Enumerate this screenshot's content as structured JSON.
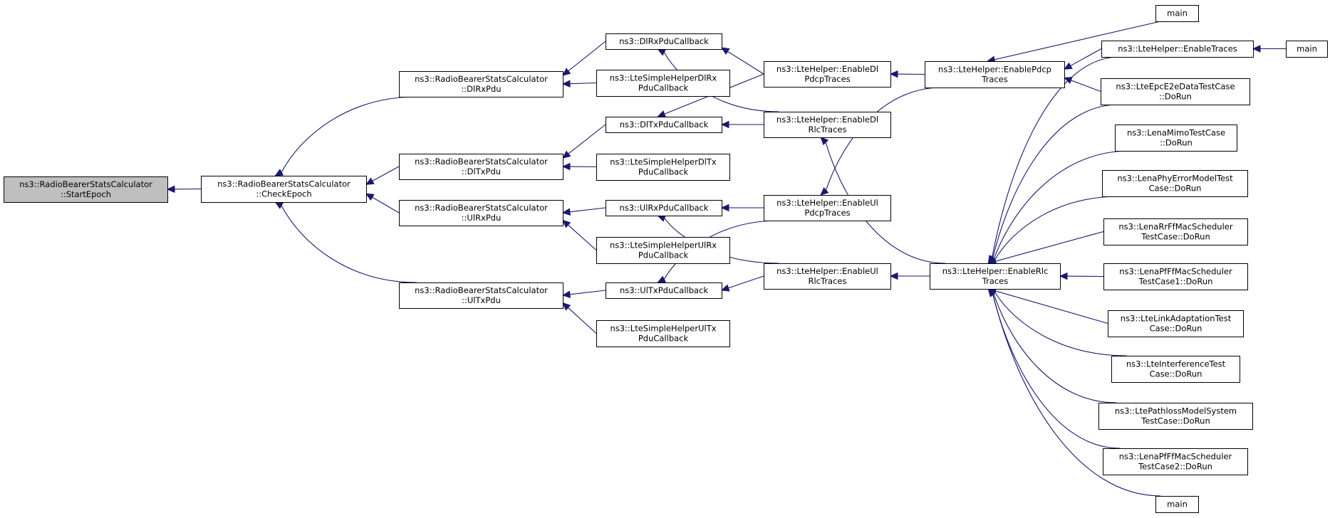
{
  "nodes": [
    {
      "id": "start_epoch",
      "lines": [
        "ns3::RadioBearerStatsCalculator",
        "::StartEpoch"
      ],
      "root": true
    },
    {
      "id": "check_epoch",
      "lines": [
        "ns3::RadioBearerStatsCalculator",
        "::CheckEpoch"
      ]
    },
    {
      "id": "dl_rx_pdu",
      "lines": [
        "ns3::RadioBearerStatsCalculator",
        "::DlRxPdu"
      ]
    },
    {
      "id": "dl_tx_pdu",
      "lines": [
        "ns3::RadioBearerStatsCalculator",
        "::DlTxPdu"
      ]
    },
    {
      "id": "ul_rx_pdu",
      "lines": [
        "ns3::RadioBearerStatsCalculator",
        "::UlRxPdu"
      ]
    },
    {
      "id": "ul_tx_pdu",
      "lines": [
        "ns3::RadioBearerStatsCalculator",
        "::UlTxPdu"
      ]
    },
    {
      "id": "dl_rx_pdu_callback",
      "lines": [
        "ns3::DlRxPduCallback"
      ]
    },
    {
      "id": "lte_simple_dl_rx",
      "lines": [
        "ns3::LteSimpleHelperDlRx",
        "PduCallback"
      ]
    },
    {
      "id": "dl_tx_pdu_callback",
      "lines": [
        "ns3::DlTxPduCallback"
      ]
    },
    {
      "id": "lte_simple_dl_tx",
      "lines": [
        "ns3::LteSimpleHelperDlTx",
        "PduCallback"
      ]
    },
    {
      "id": "ul_rx_pdu_callback",
      "lines": [
        "ns3::UlRxPduCallback"
      ]
    },
    {
      "id": "lte_simple_ul_rx",
      "lines": [
        "ns3::LteSimpleHelperUlRx",
        "PduCallback"
      ]
    },
    {
      "id": "ul_tx_pdu_callback",
      "lines": [
        "ns3::UlTxPduCallback"
      ]
    },
    {
      "id": "lte_simple_ul_tx",
      "lines": [
        "ns3::LteSimpleHelperUlTx",
        "PduCallback"
      ]
    },
    {
      "id": "enable_dl_pdcp",
      "lines": [
        "ns3::LteHelper::EnableDl",
        "PdcpTraces"
      ]
    },
    {
      "id": "enable_dl_rlc",
      "lines": [
        "ns3::LteHelper::EnableDl",
        "RlcTraces"
      ]
    },
    {
      "id": "enable_ul_pdcp",
      "lines": [
        "ns3::LteHelper::EnableUl",
        "PdcpTraces"
      ]
    },
    {
      "id": "enable_ul_rlc",
      "lines": [
        "ns3::LteHelper::EnableUl",
        "RlcTraces"
      ]
    },
    {
      "id": "enable_pdcp",
      "lines": [
        "ns3::LteHelper::EnablePdcp",
        "Traces"
      ]
    },
    {
      "id": "enable_rlc",
      "lines": [
        "ns3::LteHelper::EnableRlc",
        "Traces"
      ]
    },
    {
      "id": "main_top",
      "lines": [
        "main"
      ]
    },
    {
      "id": "enable_traces",
      "lines": [
        "ns3::LteHelper::EnableTraces"
      ]
    },
    {
      "id": "main_right",
      "lines": [
        "main"
      ]
    },
    {
      "id": "epc_e2e",
      "lines": [
        "ns3::LteEpcE2eDataTestCase",
        "::DoRun"
      ]
    },
    {
      "id": "lena_mimo",
      "lines": [
        "ns3::LenaMimoTestCase",
        "::DoRun"
      ]
    },
    {
      "id": "lena_phy_error",
      "lines": [
        "ns3::LenaPhyErrorModelTest",
        "Case::DoRun"
      ]
    },
    {
      "id": "lena_rr_ff",
      "lines": [
        "ns3::LenaRrFfMacScheduler",
        "TestCase::DoRun"
      ]
    },
    {
      "id": "lena_pf_ff_1",
      "lines": [
        "ns3::LenaPfFfMacScheduler",
        "TestCase1::DoRun"
      ]
    },
    {
      "id": "link_adaptation",
      "lines": [
        "ns3::LteLinkAdaptationTest",
        "Case::DoRun"
      ]
    },
    {
      "id": "interference",
      "lines": [
        "ns3::LteInterferenceTest",
        "Case::DoRun"
      ]
    },
    {
      "id": "pathloss",
      "lines": [
        "ns3::LtePathlossModelSystem",
        "TestCase::DoRun"
      ]
    },
    {
      "id": "lena_pf_ff_2",
      "lines": [
        "ns3::LenaPfFfMacScheduler",
        "TestCase2::DoRun"
      ]
    },
    {
      "id": "main_bottom",
      "lines": [
        "main"
      ]
    }
  ],
  "edges": [
    {
      "from": "check_epoch",
      "to": "start_epoch"
    },
    {
      "from": "dl_rx_pdu",
      "to": "check_epoch"
    },
    {
      "from": "dl_tx_pdu",
      "to": "check_epoch"
    },
    {
      "from": "ul_rx_pdu",
      "to": "check_epoch"
    },
    {
      "from": "ul_tx_pdu",
      "to": "check_epoch"
    },
    {
      "from": "dl_rx_pdu_callback",
      "to": "dl_rx_pdu"
    },
    {
      "from": "lte_simple_dl_rx",
      "to": "dl_rx_pdu"
    },
    {
      "from": "dl_tx_pdu_callback",
      "to": "dl_tx_pdu"
    },
    {
      "from": "lte_simple_dl_tx",
      "to": "dl_tx_pdu"
    },
    {
      "from": "ul_rx_pdu_callback",
      "to": "ul_rx_pdu"
    },
    {
      "from": "lte_simple_ul_rx",
      "to": "ul_rx_pdu"
    },
    {
      "from": "ul_tx_pdu_callback",
      "to": "ul_tx_pdu"
    },
    {
      "from": "lte_simple_ul_tx",
      "to": "ul_tx_pdu"
    },
    {
      "from": "enable_dl_pdcp",
      "to": "dl_rx_pdu_callback"
    },
    {
      "from": "enable_dl_rlc",
      "to": "dl_rx_pdu_callback"
    },
    {
      "from": "enable_dl_pdcp",
      "to": "dl_tx_pdu_callback"
    },
    {
      "from": "enable_dl_rlc",
      "to": "dl_tx_pdu_callback"
    },
    {
      "from": "enable_ul_pdcp",
      "to": "ul_rx_pdu_callback"
    },
    {
      "from": "enable_ul_rlc",
      "to": "ul_rx_pdu_callback"
    },
    {
      "from": "enable_ul_pdcp",
      "to": "ul_tx_pdu_callback"
    },
    {
      "from": "enable_ul_rlc",
      "to": "ul_tx_pdu_callback"
    },
    {
      "from": "enable_pdcp",
      "to": "enable_dl_pdcp"
    },
    {
      "from": "enable_pdcp",
      "to": "enable_ul_pdcp"
    },
    {
      "from": "enable_rlc",
      "to": "enable_dl_rlc"
    },
    {
      "from": "enable_rlc",
      "to": "enable_ul_rlc"
    },
    {
      "from": "main_top",
      "to": "enable_pdcp"
    },
    {
      "from": "enable_traces",
      "to": "enable_pdcp"
    },
    {
      "from": "epc_e2e",
      "to": "enable_pdcp"
    },
    {
      "from": "main_right",
      "to": "enable_traces"
    },
    {
      "from": "enable_traces",
      "to": "enable_rlc"
    },
    {
      "from": "epc_e2e",
      "to": "enable_rlc"
    },
    {
      "from": "lena_mimo",
      "to": "enable_rlc"
    },
    {
      "from": "lena_phy_error",
      "to": "enable_rlc"
    },
    {
      "from": "lena_rr_ff",
      "to": "enable_rlc"
    },
    {
      "from": "lena_pf_ff_1",
      "to": "enable_rlc"
    },
    {
      "from": "link_adaptation",
      "to": "enable_rlc"
    },
    {
      "from": "interference",
      "to": "enable_rlc"
    },
    {
      "from": "pathloss",
      "to": "enable_rlc"
    },
    {
      "from": "lena_pf_ff_2",
      "to": "enable_rlc"
    },
    {
      "from": "main_bottom",
      "to": "enable_rlc"
    }
  ]
}
